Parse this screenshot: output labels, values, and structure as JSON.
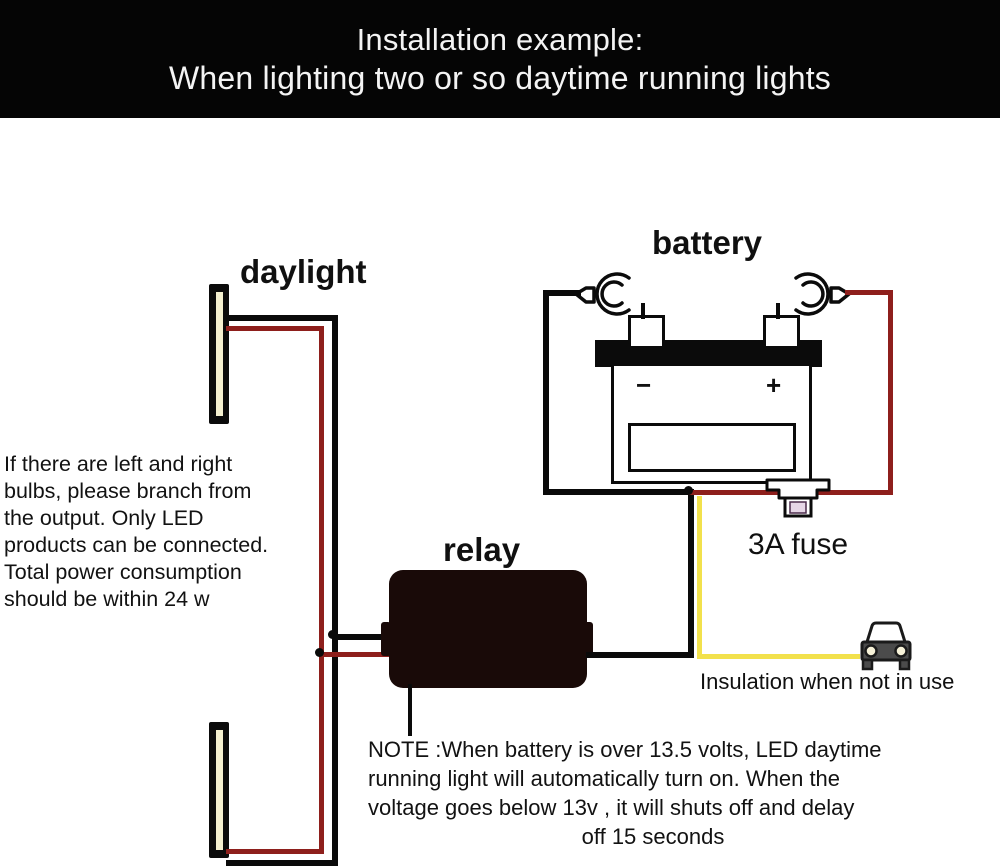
{
  "header": {
    "line1": "Installation example:",
    "line2": "When lighting two or so daytime running lights"
  },
  "labels": {
    "daylight": "daylight",
    "battery": "battery",
    "relay": "relay",
    "fuse": "3A fuse",
    "insulation": "Insulation when not in use",
    "battery_negative": "−",
    "battery_positive": "+"
  },
  "left_note": {
    "lines": [
      "If there are left and right",
      " bulbs, please branch from",
      "the output. Only LED",
      " products can be connected.",
      "Total power consumption",
      "should be within 24 w"
    ]
  },
  "bottom_note": {
    "lines": [
      "NOTE :When battery is over 13.5 volts, LED daytime",
      "running light will automatically turn on. When the",
      "voltage goes below 13v , it will shuts off and delay",
      "off 15 seconds"
    ]
  },
  "colors": {
    "header_bg": "#050505",
    "header_text": "#f4f4f4",
    "canvas_bg": "#ffffff",
    "wire_black": "#0a0a0a",
    "wire_red": "#8e1f1c",
    "wire_yellow": "#f2e14c",
    "relay_body": "#190a08",
    "led_core": "#f4f0cf",
    "car_body": "#4b4b4b",
    "car_outline": "#1a1a1a",
    "headlight": "#f7f2d8"
  },
  "icons": {
    "ring_terminal_left": "ring-terminal-icon",
    "ring_terminal_right": "ring-terminal-icon",
    "fuse_holder": "fuse-holder-icon",
    "car": "car-front-icon"
  }
}
